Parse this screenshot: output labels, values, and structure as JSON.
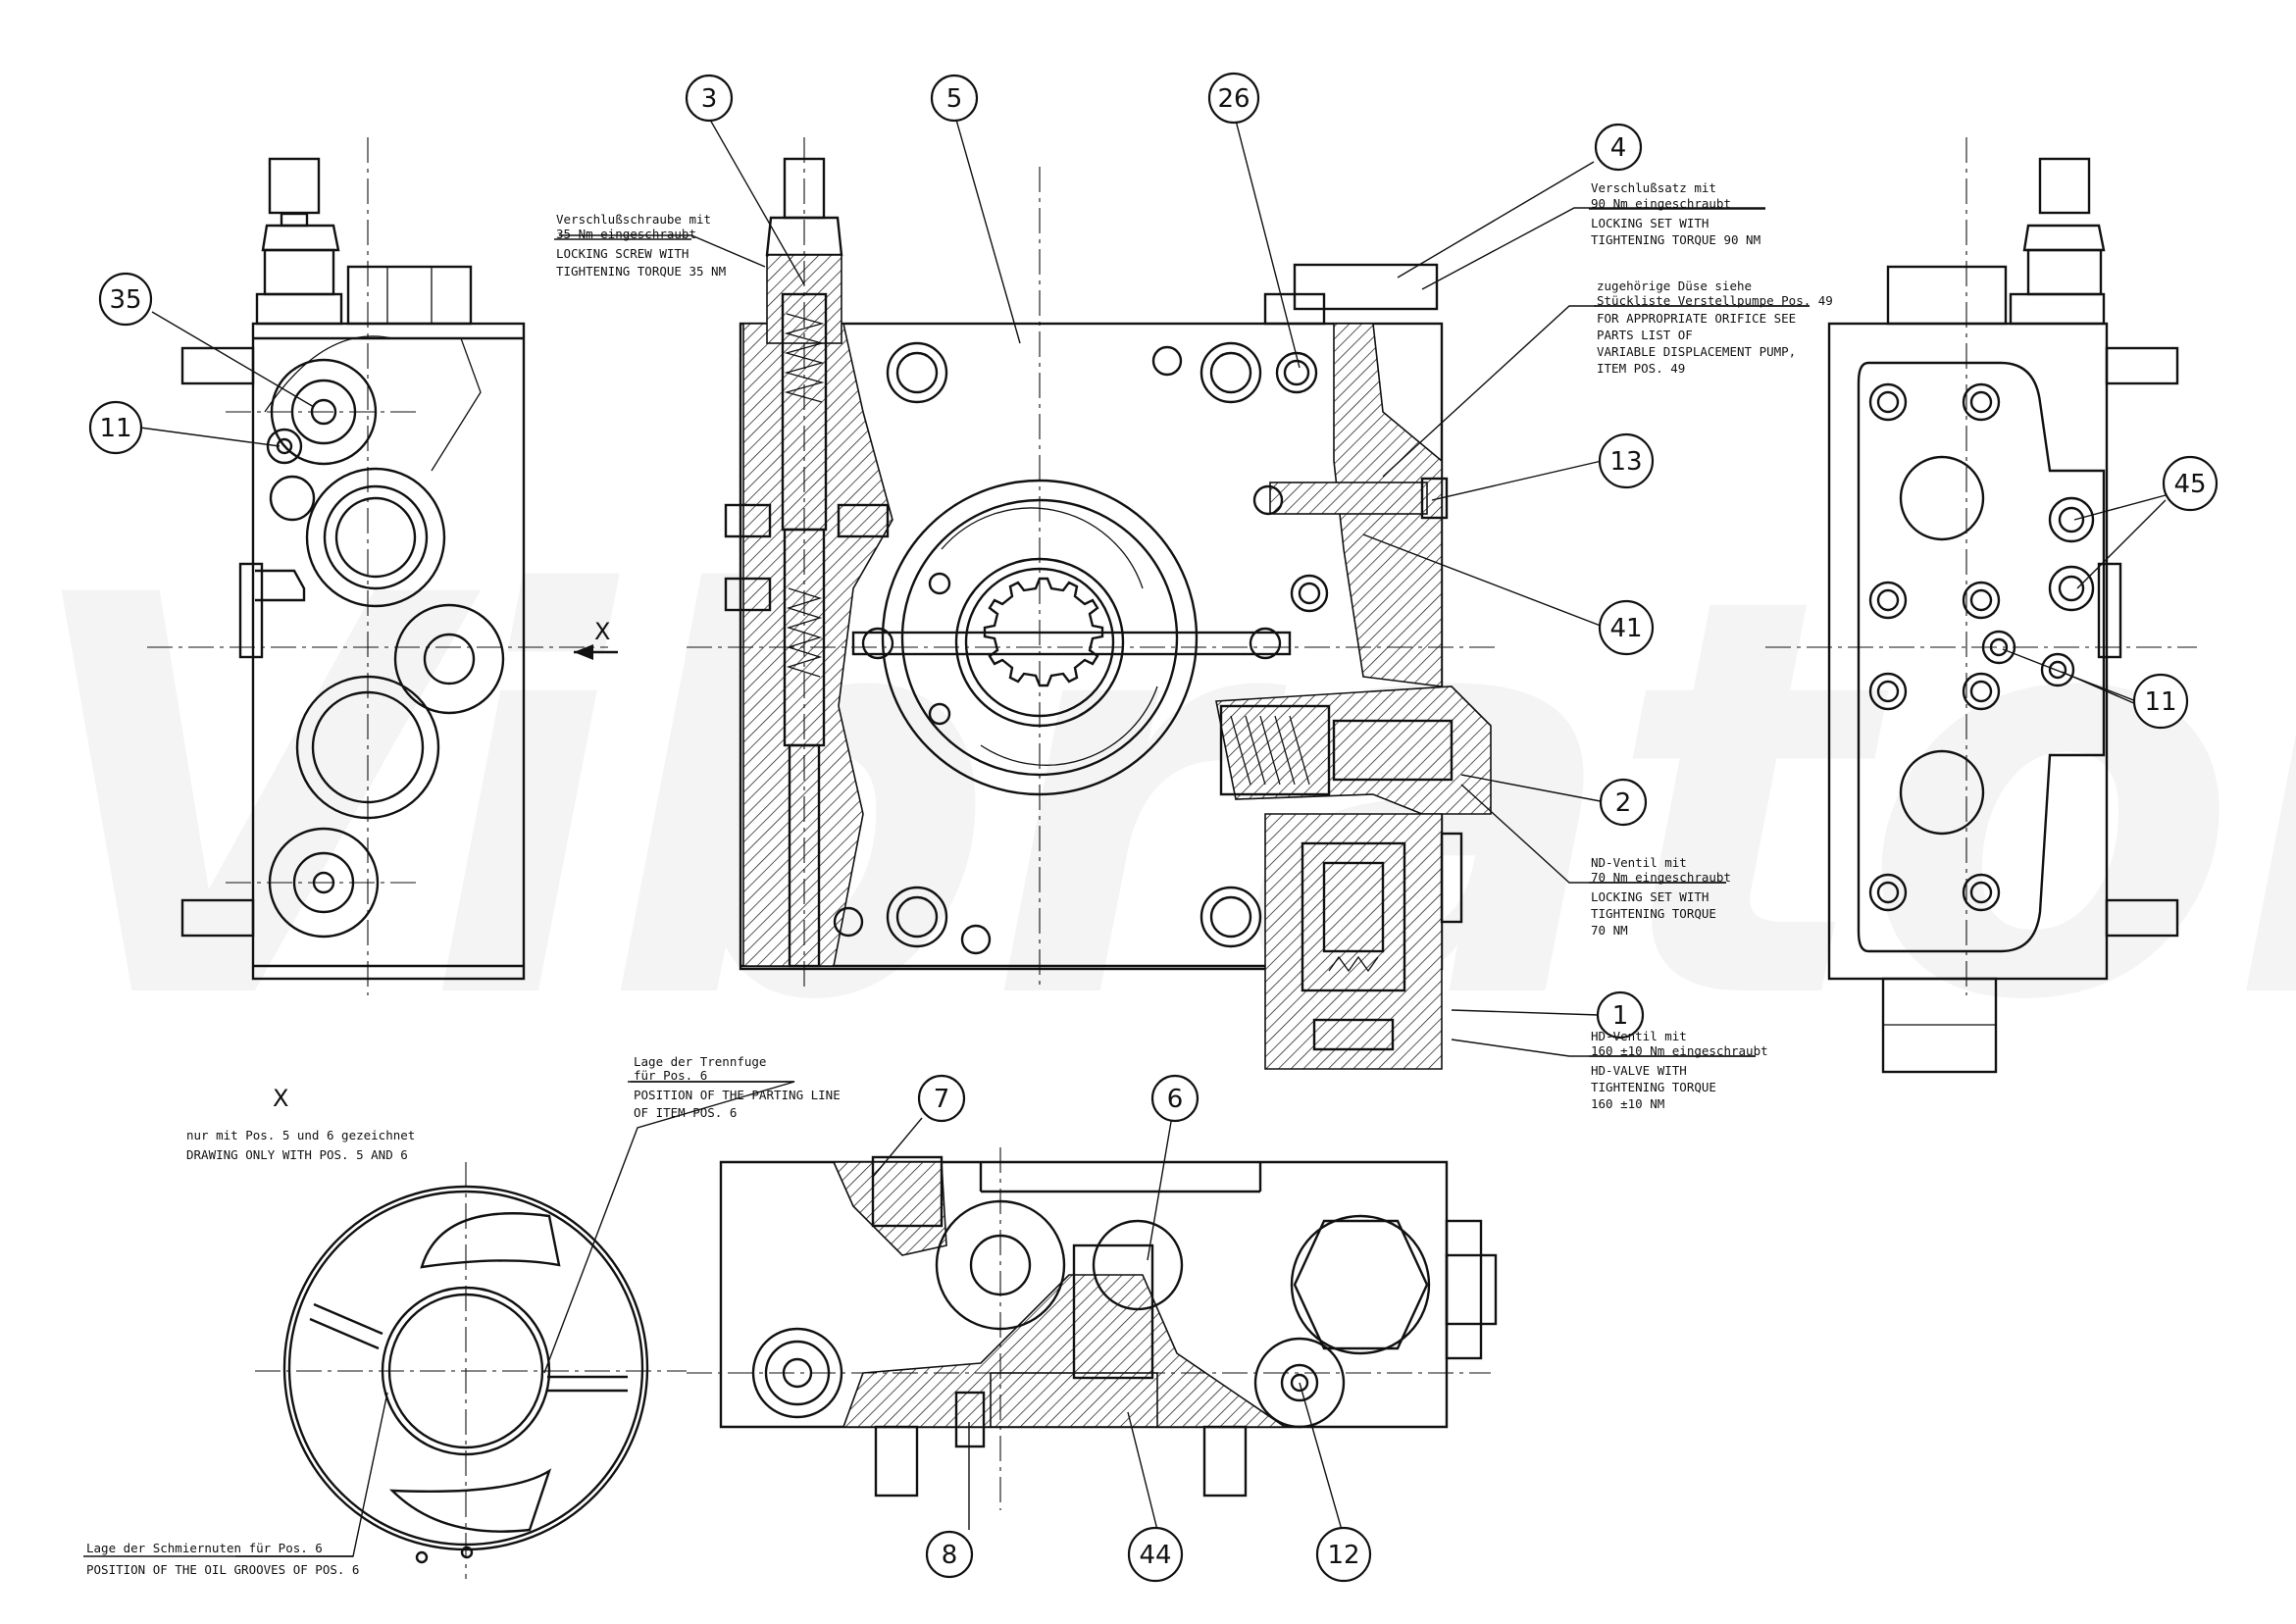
{
  "watermark": "Vibrator",
  "view_labels": {
    "view_x_title": "X",
    "arrow_x": "X"
  },
  "balloons": {
    "b1": "1",
    "b2": "2",
    "b3": "3",
    "b4": "4",
    "b5": "5",
    "b6": "6",
    "b7": "7",
    "b8": "8",
    "b11a": "11",
    "b11b": "11",
    "b12": "12",
    "b13": "13",
    "b26": "26",
    "b35": "35",
    "b41": "41",
    "b44": "44",
    "b45": "45"
  },
  "notes": {
    "screw": [
      "Verschlußschraube mit",
      "35 Nm eingeschraubt",
      "LOCKING SCREW WITH",
      "TIGHTENING TORQUE 35 NM"
    ],
    "locking_set": [
      "Verschlußsatz mit",
      "90 Nm eingeschraubt",
      "LOCKING SET WITH",
      "TIGHTENING TORQUE 90 NM"
    ],
    "orifice": [
      "zugehörige Düse siehe",
      "Stückliste Verstellpumpe Pos. 49",
      "FOR APPROPRIATE ORIFICE SEE",
      "PARTS LIST OF",
      "VARIABLE DISPLACEMENT PUMP,",
      "ITEM POS. 49"
    ],
    "nd_valve": [
      "ND-Ventil mit",
      "70 Nm eingeschraubt",
      "LOCKING SET WITH",
      "TIGHTENING TORQUE",
      "70 NM"
    ],
    "hd_valve": [
      "HD-Ventil mit",
      "160 ±10 Nm eingeschraubt",
      "HD-VALVE WITH",
      "TIGHTENING TORQUE",
      "160 ±10 NM"
    ],
    "parting_line": [
      "Lage der Trennfuge",
      "für Pos. 6",
      "POSITION OF THE PARTING LINE",
      "OF ITEM POS. 6"
    ],
    "drawing_only": [
      "nur mit Pos. 5 und 6 gezeichnet",
      "DRAWING ONLY WITH POS. 5 AND 6"
    ],
    "oil_grooves": [
      "Lage der Schmiernuten für Pos. 6",
      "POSITION OF THE OIL GROOVES OF POS. 6"
    ]
  }
}
